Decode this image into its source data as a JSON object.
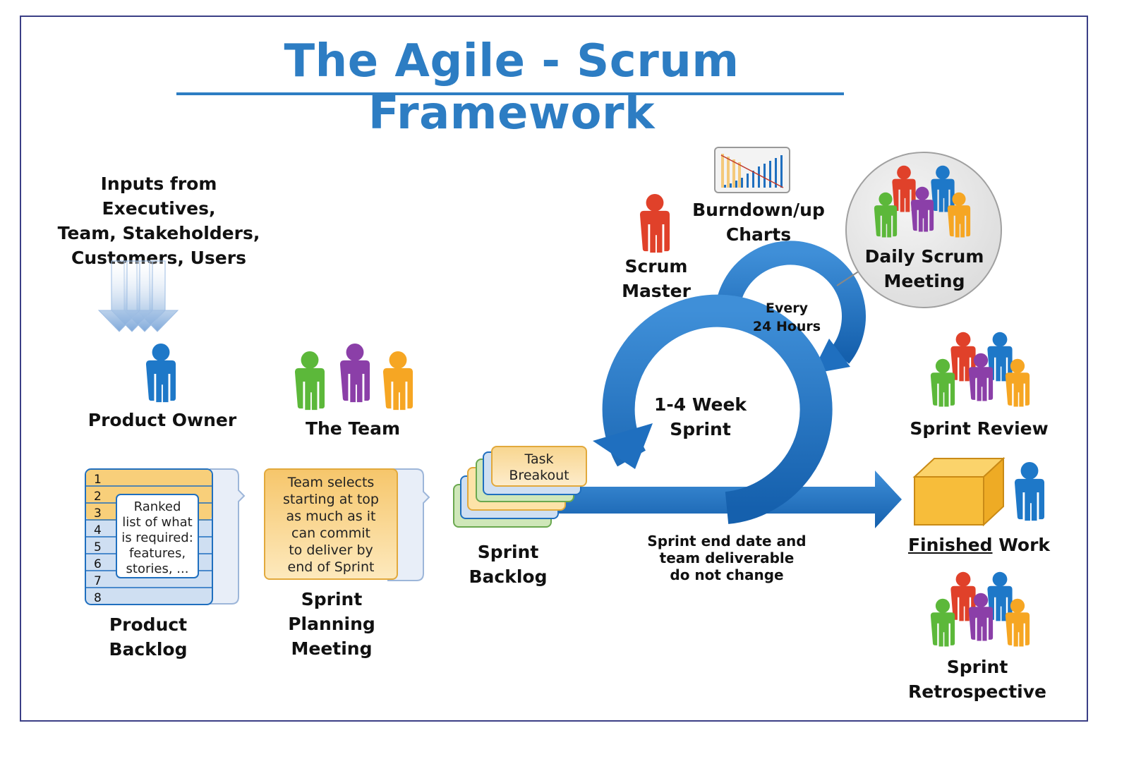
{
  "title": "The Agile - Scrum Framework",
  "inputs": {
    "lines": [
      "Inputs from Executives,",
      "Team, Stakeholders,",
      "Customers, Users"
    ]
  },
  "roles": {
    "product_owner": "Product Owner",
    "the_team": "The Team",
    "scrum_master": [
      "Scrum",
      "Master"
    ],
    "burndown": [
      "Burndown/up",
      "Charts"
    ],
    "daily_scrum": [
      "Daily Scrum",
      "Meeting"
    ]
  },
  "product_backlog": {
    "label": [
      "Product",
      "Backlog"
    ],
    "rows": [
      "1",
      "2",
      "3",
      "4",
      "5",
      "6",
      "7",
      "8"
    ],
    "highlighted_rows": 3,
    "card_text": [
      "Ranked",
      "list of what",
      "is required:",
      "features,",
      "stories, ..."
    ]
  },
  "sprint_planning": {
    "label": [
      "Sprint",
      "Planning",
      "Meeting"
    ],
    "card_text": [
      "Team selects",
      "starting at top",
      "as much as it",
      "can commit",
      "to deliver by",
      "end of Sprint"
    ]
  },
  "sprint_backlog": {
    "label": [
      "Sprint",
      "Backlog"
    ],
    "card_text": [
      "Task",
      "Breakout"
    ]
  },
  "cycles": {
    "sprint": [
      "1-4 Week",
      "Sprint"
    ],
    "daily": [
      "Every",
      "24 Hours"
    ]
  },
  "note": [
    "Sprint end date and",
    "team deliverable",
    "do not change"
  ],
  "outcomes": {
    "sprint_review": "Sprint Review",
    "finished_work": {
      "emph": "Finished",
      "rest": " Work"
    },
    "retrospective": [
      "Sprint",
      "Retrospective"
    ]
  },
  "colors": {
    "title_blue": "#2d7dc3",
    "arrow_blue": "#1f6fbf",
    "orange": "#f6a623",
    "red": "#e0412a",
    "green": "#5cb83a",
    "purple": "#8b3fa8",
    "blue_person": "#1e78c8"
  }
}
